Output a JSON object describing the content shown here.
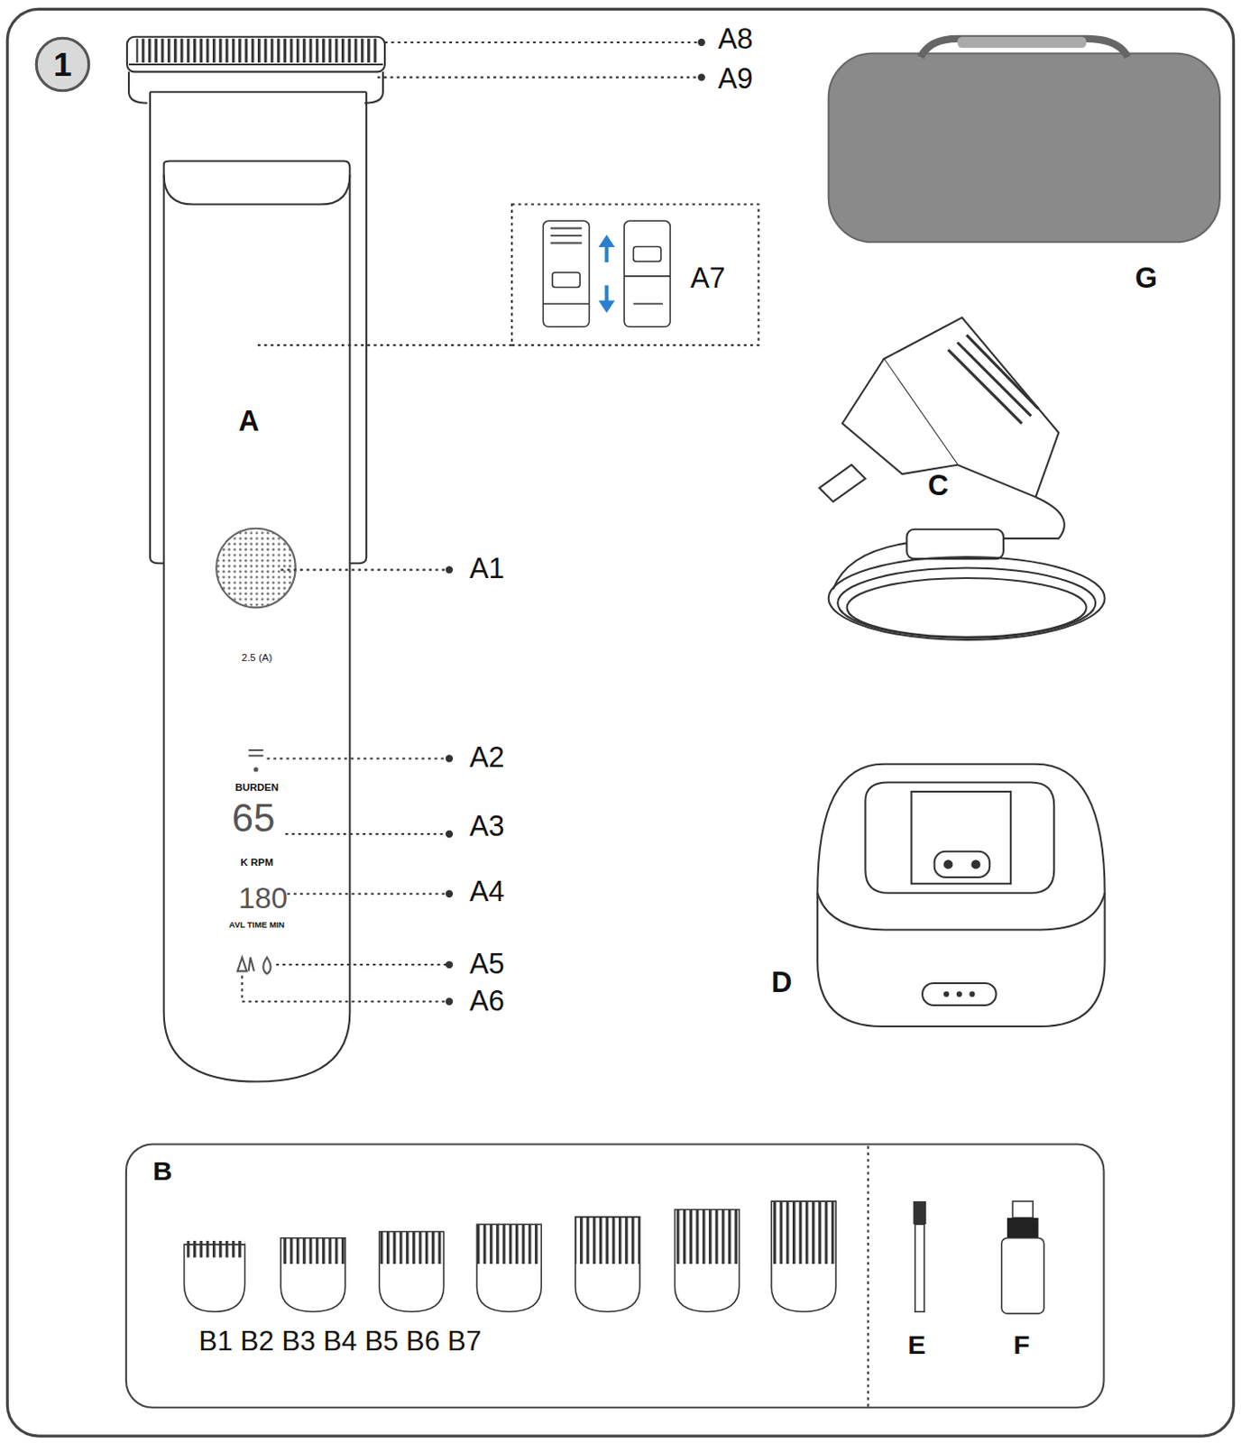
{
  "diagram": {
    "nodes": [
      {
        "text": [
          "1"
        ]
      },
      {
        "text": [
          "B",
          "B1 B2 B3 B4 B5 B6 B7",
          "E",
          "F"
        ]
      }
    ],
    "labels": [
      "A8",
      "A9",
      "A7",
      "A",
      "A1",
      "A2",
      "A3",
      "A4",
      "A5",
      "A6",
      "G",
      "C",
      "D",
      "2.5 (A)",
      "BURDEN",
      "65",
      "K RPM",
      "180",
      "AVL TIME MIN"
    ]
  }
}
